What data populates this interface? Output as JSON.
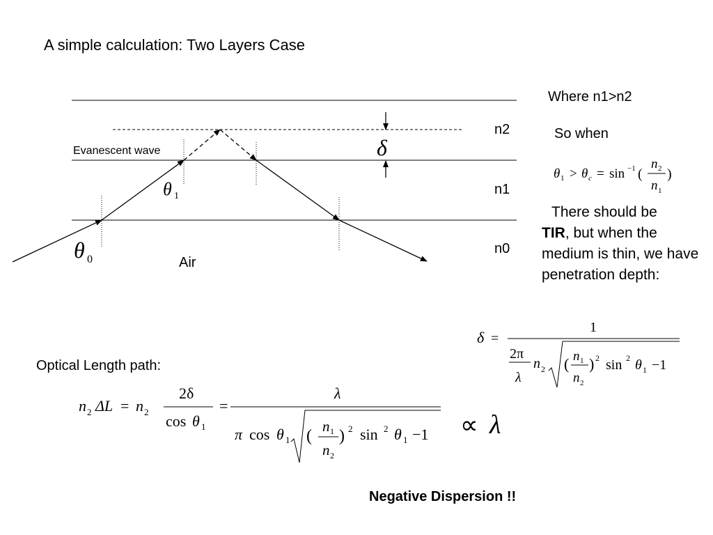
{
  "title": "A simple calculation: Two Layers Case",
  "diagram": {
    "labels": {
      "n2": "n2",
      "n1": "n1",
      "n0": "n0",
      "air": "Air",
      "evanescent": "Evanescent wave",
      "delta": "δ",
      "theta": "θ",
      "sub_0": "0",
      "sub_1": "1"
    }
  },
  "side": {
    "where": "Where n1>n2",
    "so_when": "So when",
    "tir_line1": "There should be",
    "tir_bold": "TIR",
    "tir_rest": ", but when the medium is thin, we have penetration depth:"
  },
  "equations": {
    "critical": {
      "theta": "θ",
      "sub1": "1",
      "gt": ">",
      "subc": "c",
      "eq": "=",
      "sin": "sin",
      "sup": "−1",
      "lp": "(",
      "rp": ")",
      "n": "n",
      "two": "2",
      "one": "1"
    },
    "delta": {
      "delta": "δ",
      "eq": "=",
      "one": "1",
      "two_pi": "2π",
      "lambda": "λ",
      "n": "n",
      "sub2": "2",
      "sub1": "1",
      "lp": "(",
      "rp": ")",
      "sq": "2",
      "sin": "sin",
      "theta": "θ",
      "minus_one": "−1"
    },
    "optical": {
      "n": "n",
      "sub2": "2",
      "sub1": "1",
      "delta_L": "ΔL",
      "eq": "=",
      "two_delta": "2δ",
      "cos": "cos",
      "theta": "θ",
      "lambda": "λ",
      "pi": "π",
      "lp": "(",
      "rp": ")",
      "sq": "2",
      "sin": "sin",
      "minus_one": "−1",
      "propto": "∝",
      "propto_lambda": "λ"
    }
  },
  "optical_label": "Optical Length path:",
  "conclusion": "Negative Dispersion !!"
}
